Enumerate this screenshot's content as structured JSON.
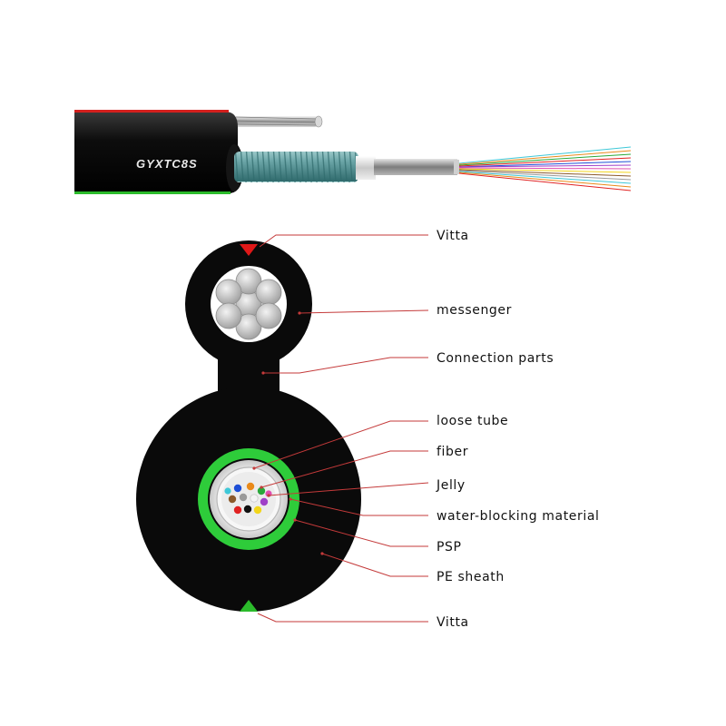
{
  "product_model": "GYXTC8S",
  "labels": {
    "vitta_top": "Vitta",
    "messenger": "messenger",
    "connection_parts": "Connection parts",
    "loose_tube": "loose tube",
    "fiber": "fiber",
    "jelly": "Jelly",
    "water_blocking": "water-blocking material",
    "psp": "PSP",
    "pe_sheath": "PE sheath",
    "vitta_bottom": "Vitta"
  },
  "colors": {
    "sheath": "#0a0a0a",
    "leader_line": "#c43a3a",
    "vitta_top_marker": "#e01818",
    "vitta_bottom_marker": "#2bbb2b",
    "psp_ring": "#2ecc3a",
    "fiber_colors": [
      "#1e4fd6",
      "#e98a1a",
      "#2aa83a",
      "#8b5a2b",
      "#9a9a9a",
      "#f4f4f4",
      "#e02222",
      "#111111",
      "#f2d51b",
      "#a040c8",
      "#e04fb0",
      "#3ec8d8"
    ]
  }
}
